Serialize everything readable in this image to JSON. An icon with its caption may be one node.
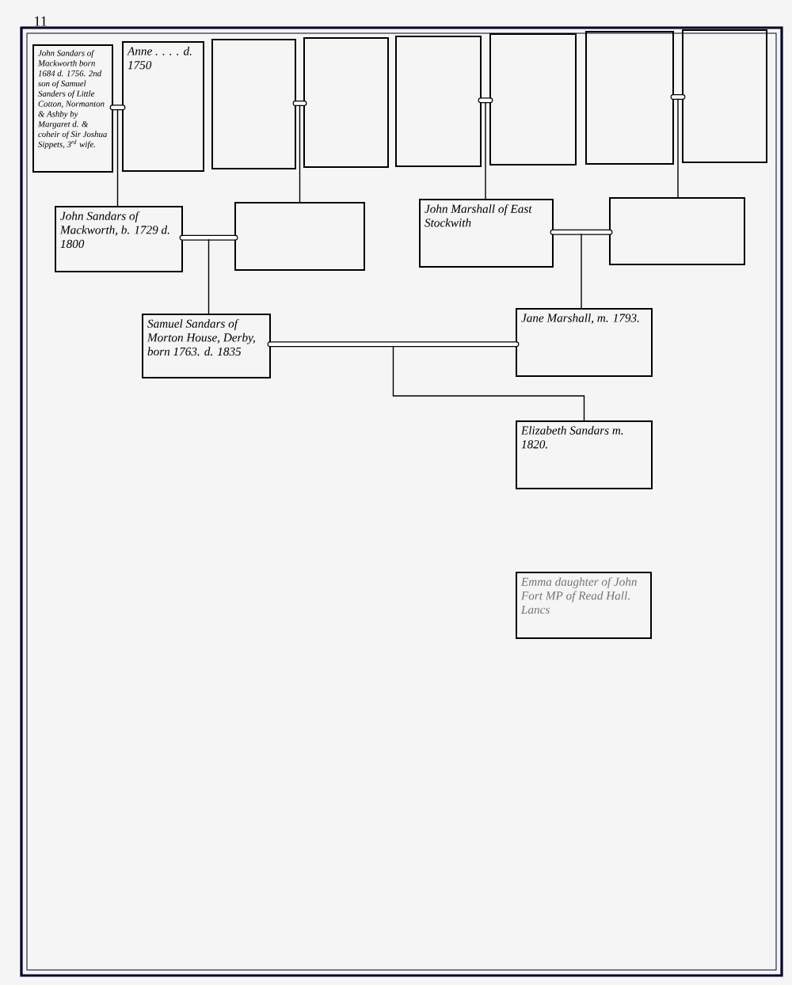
{
  "diagram": {
    "nodes": [
      {
        "text": [
          "John Sandars of Mackworth born 1684 d. 1756. 2nd son of Samuel Sanders of Little Cotton, Normanton & Ashby by Margaret d. & coheir of Sir Joshua Sippets, 3$^{rd}$ wife."
        ]
      },
      {
        "text": [
          "Anne . . . . d. 1750"
        ]
      },
      {
        "text": [],
        "shape": "box"
      },
      {
        "text": [],
        "shape": "box"
      },
      {
        "text": [],
        "shape": "box"
      },
      {
        "text": [],
        "shape": "box"
      },
      {
        "text": [],
        "shape": "box"
      },
      {
        "text": [],
        "shape": "box"
      },
      {
        "text": [
          "John Sandars of Mackworth, b. 1729 d. 1800"
        ]
      },
      {
        "text": [],
        "shape": "box"
      },
      {
        "text": [
          "John Marshall of East Stockwith"
        ]
      },
      {
        "text": [],
        "shape": "box"
      },
      {
        "text": [
          "Samuel Sandars of Morton House, Derby, born 1763. d. 1835"
        ]
      },
      {
        "text": [
          "Jane Marshall, m. 1793."
        ]
      },
      {
        "text": [
          "Elizabeth Sandars m. 1820."
        ]
      },
      {
        "text": [
          "Emma daughter of John Fort MP of Read Hall. Lancs"
        ]
      }
    ],
    "edges": [
      {
        "from": 0,
        "to": 1,
        "arrow": "none",
        "style": "thick"
      },
      {
        "from": 0,
        "to": 8,
        "arrow": "none"
      },
      {
        "from": 1,
        "to": 8,
        "arrow": "none"
      },
      {
        "from": 2,
        "to": 3,
        "arrow": "none",
        "style": "thick"
      },
      {
        "from": 2,
        "to": 9,
        "arrow": "none"
      },
      {
        "from": 3,
        "to": 9,
        "arrow": "none"
      },
      {
        "from": 4,
        "to": 5,
        "arrow": "none",
        "style": "thick"
      },
      {
        "from": 4,
        "to": 10,
        "arrow": "none"
      },
      {
        "from": 5,
        "to": 10,
        "arrow": "none"
      },
      {
        "from": 6,
        "to": 7,
        "arrow": "none",
        "style": "thick"
      },
      {
        "from": 6,
        "to": 11,
        "arrow": "none"
      },
      {
        "from": 7,
        "to": 11,
        "arrow": "none"
      },
      {
        "from": 8,
        "to": 9,
        "arrow": "none",
        "style": "thick"
      },
      {
        "from": 8,
        "to": 12,
        "arrow": "none"
      },
      {
        "from": 9,
        "to": 12,
        "arrow": "none"
      },
      {
        "from": 10,
        "to": 11,
        "arrow": "none",
        "style": "thick"
      },
      {
        "from": 10,
        "to": 13,
        "arrow": "none"
      },
      {
        "from": 11,
        "to": 13,
        "arrow": "none"
      },
      {
        "from": 12,
        "to": 13,
        "arrow": "none",
        "style": "thick"
      },
      {
        "from": 12,
        "to": 14,
        "arrow": "none"
      },
      {
        "from": 13,
        "to": 14,
        "arrow": "none"
      }
    ],
    "labels": [
      "11"
    ]
  }
}
